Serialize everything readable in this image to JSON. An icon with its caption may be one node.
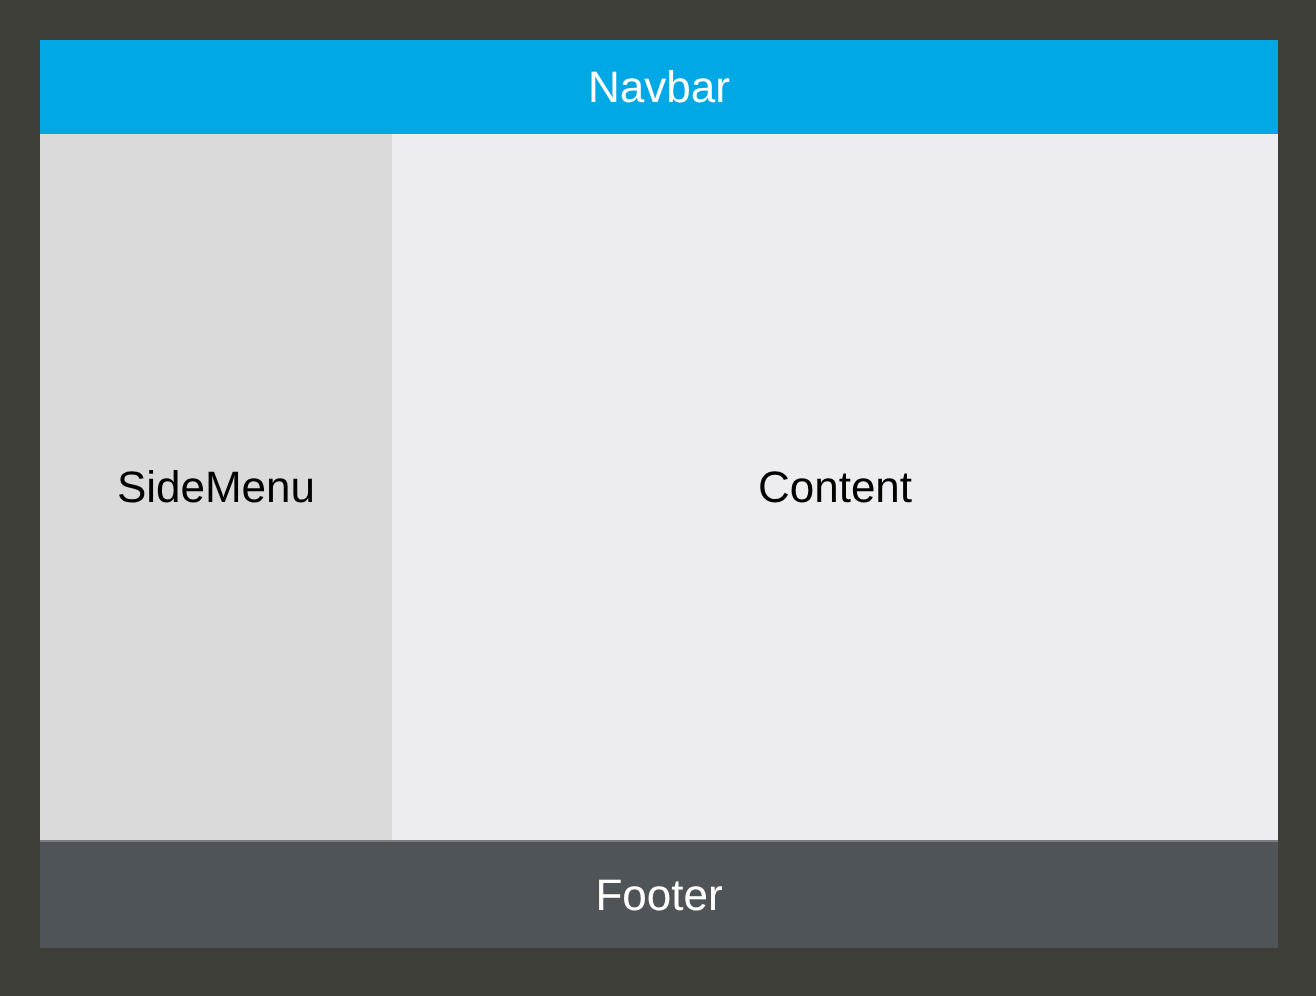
{
  "diagram": {
    "nodes": [
      {
        "text": [
          "Navbar"
        ]
      },
      {
        "text": [
          "SideMenu"
        ]
      },
      {
        "text": [
          "Content"
        ]
      },
      {
        "text": [
          "Footer"
        ]
      }
    ]
  }
}
